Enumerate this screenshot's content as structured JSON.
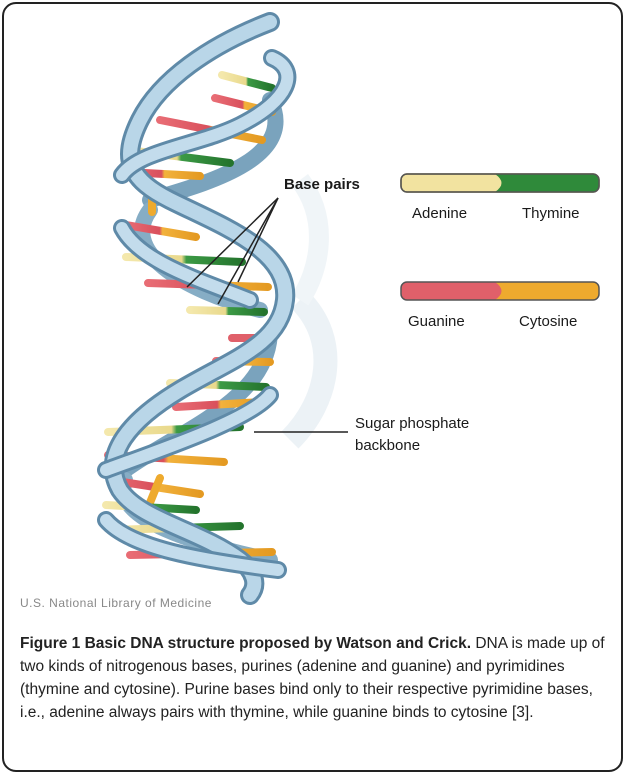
{
  "diagram": {
    "labels": {
      "base_pairs": "Base pairs",
      "sugar_phosphate_line1": "Sugar phosphate",
      "sugar_phosphate_line2": "backbone"
    },
    "legend": [
      {
        "left": "Adenine",
        "right": "Thymine",
        "left_color": "#f2e3a0",
        "right_color": "#2f8a3a"
      },
      {
        "left": "Guanine",
        "right": "Cytosine",
        "left_color": "#e0606a",
        "right_color": "#eeaa2e"
      }
    ],
    "backbone_color": "#a9cbe0"
  },
  "credit": "U.S. National Library of Medicine",
  "caption": {
    "title": "Figure 1 Basic DNA structure proposed by Watson and Crick.",
    "body": "DNA is made up of two kinds of nitrogenous bases, purines (adenine and guanine) and pyrimidines (thymine and cytosine). Purine bases bind only to their respective pyrimidine bases, i.e., adenine always pairs with thymine, while guanine binds to cytosine [3]."
  }
}
